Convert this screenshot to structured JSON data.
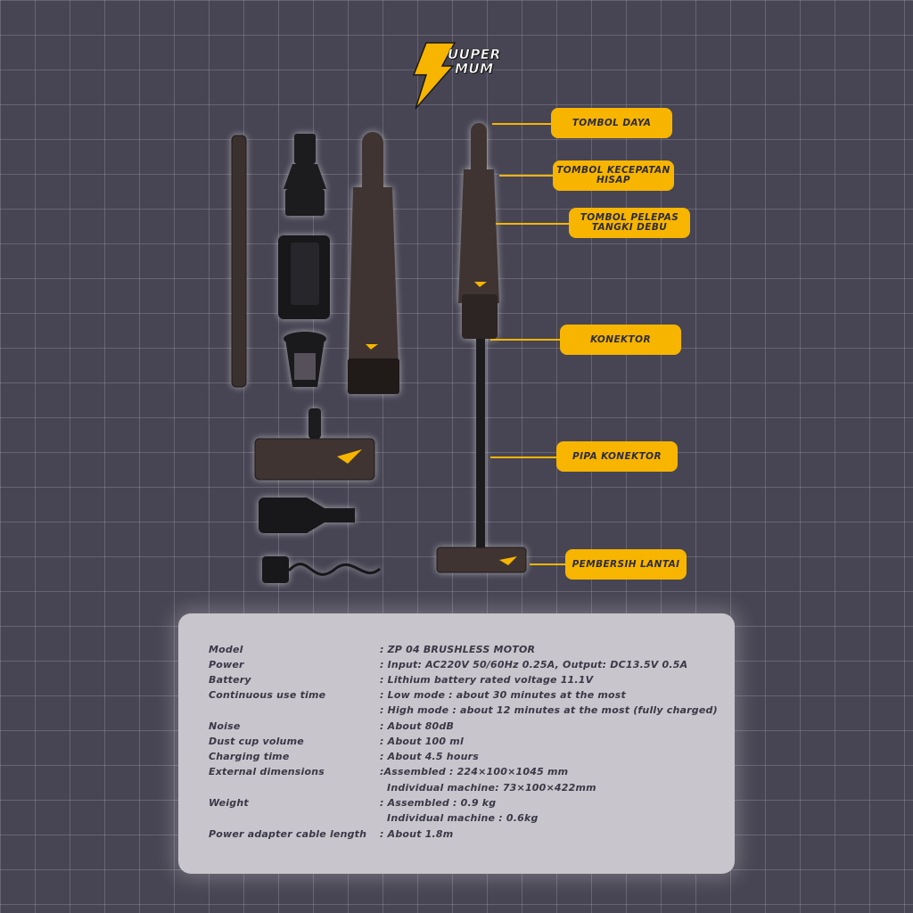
{
  "brand": {
    "line1": "UUPER",
    "line2": "MUM"
  },
  "callouts": [
    {
      "text": "TOMBOL DAYA"
    },
    {
      "text": "TOMBOL KECEPATAN\nHISAP"
    },
    {
      "text": "TOMBOL PELEPAS\nTANGKI DEBU"
    },
    {
      "text": "KONEKTOR"
    },
    {
      "text": "PIPA KONEKTOR"
    },
    {
      "text": "PEMBERSIH LANTAI"
    }
  ],
  "specs": [
    {
      "label": "Model",
      "value": ": ZP 04 BRUSHLESS MOTOR"
    },
    {
      "label": "Power",
      "value": ": Input: AC220V 50/60Hz 0.25A, Output: DC13.5V 0.5A"
    },
    {
      "label": "Battery",
      "value": ": Lithium battery rated voltage  11.1V"
    },
    {
      "label": "Continuous use time",
      "value": ": Low mode : about 30 minutes at the most"
    },
    {
      "label": "",
      "value": ": High mode : about 12 minutes at the most (fully charged)"
    },
    {
      "label": "Noise",
      "value": ": About 80dB"
    },
    {
      "label": "Dust cup volume",
      "value": ": About 100 ml"
    },
    {
      "label": "Charging time",
      "value": ": About 4.5 hours"
    },
    {
      "label": "External dimensions",
      "value": ":Assembled : 224×100×1045 mm"
    },
    {
      "label": "",
      "value": "  Individual machine: 73×100×422mm"
    },
    {
      "label": "Weight",
      "value": ": Assembled : 0.9 kg"
    },
    {
      "label": "",
      "value": "  Individual machine : 0.6kg"
    },
    {
      "label": "Power adapter cable length",
      "value": ": About 1.8m"
    }
  ],
  "colors": {
    "accent": "#f7b500",
    "background": "#474553",
    "panel": "#c9c5cc",
    "product": "#3f3431"
  }
}
